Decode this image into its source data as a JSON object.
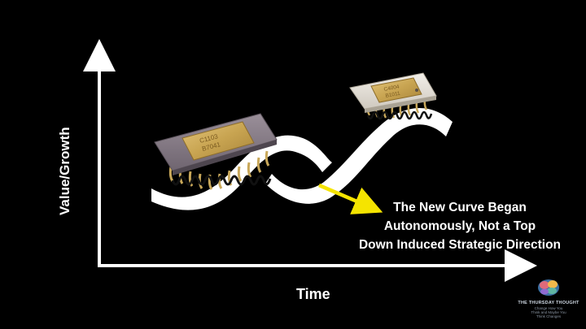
{
  "axes": {
    "y_label": "Value/Growth",
    "x_label": "Time"
  },
  "annotation": {
    "lines": [
      "The New Curve Began",
      "Autonomously, Not a Top",
      "Down Induced Strategic Direction"
    ],
    "arrow_color": "#f5e400"
  },
  "chips": [
    {
      "name": "old-chip",
      "marking_line1": "C1103",
      "marking_line2": "B7041"
    },
    {
      "name": "new-chip",
      "marking_line1": "C4004",
      "marking_line2": "B1011"
    }
  ],
  "logo": {
    "title": "THE THURSDAY THOUGHT",
    "tagline": "Change How You Think and Maybe You Think Changes"
  },
  "colors": {
    "background": "#000000",
    "axis": "#ffffff",
    "curve": "#ffffff",
    "chip_body_ceramic": "#8a7e88",
    "chip_lid_gold": "#c8a451",
    "chip_white_body": "#e9e6df",
    "pins_gold": "#c9a85a"
  }
}
